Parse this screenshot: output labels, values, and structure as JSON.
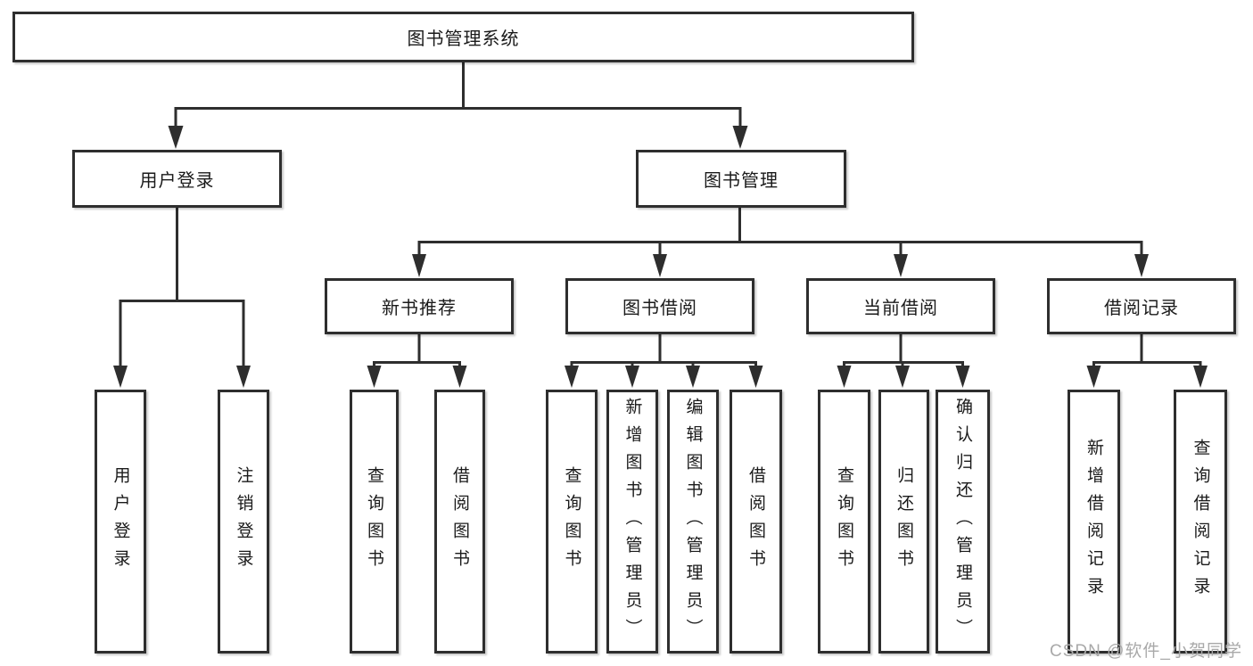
{
  "diagram": {
    "root": {
      "label": "图书管理系统"
    },
    "level2": [
      {
        "label": "用户登录"
      },
      {
        "label": "图书管理"
      }
    ],
    "level3": [
      {
        "label": "新书推荐"
      },
      {
        "label": "图书借阅"
      },
      {
        "label": "当前借阅"
      },
      {
        "label": "借阅记录"
      }
    ],
    "leaves": [
      {
        "label": "用户登录"
      },
      {
        "label": "注销登录"
      },
      {
        "label": "查询图书"
      },
      {
        "label": "借阅图书"
      },
      {
        "label": "查询图书"
      },
      {
        "label": "新增图书（管理员）"
      },
      {
        "label": "编辑图书（管理员）"
      },
      {
        "label": "借阅图书"
      },
      {
        "label": "查询图书"
      },
      {
        "label": "归还图书"
      },
      {
        "label": "确认归还（管理员）"
      },
      {
        "label": "新增借阅记录"
      },
      {
        "label": "查询借阅记录"
      }
    ]
  },
  "watermark": {
    "text": "CSDN @软件_小贺同学"
  },
  "colors": {
    "line": "#2e2e2e",
    "text": "#1a1a1a",
    "watermark": "#a9a9a9",
    "background": "#ffffff"
  }
}
